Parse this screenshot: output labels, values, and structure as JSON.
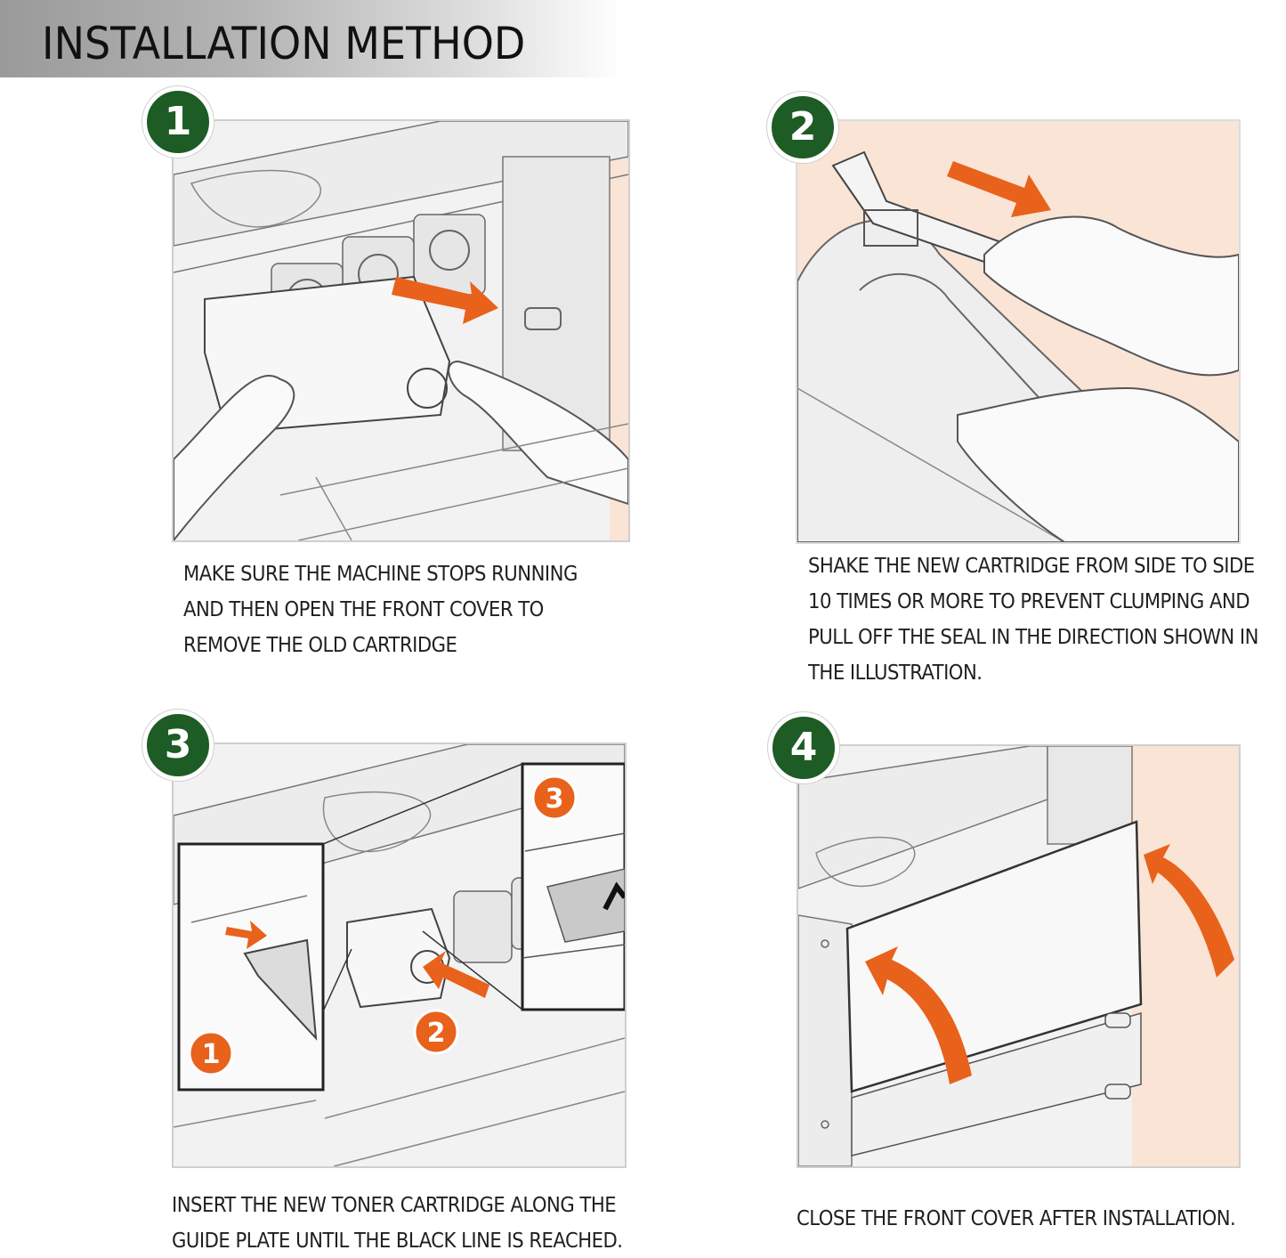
{
  "header": {
    "title": "INSTALLATION METHOD"
  },
  "steps": [
    {
      "number": "1",
      "lines": [
        "MAKE SURE THE MACHINE STOPS RUNNING",
        "AND THEN OPEN THE FRONT COVER TO",
        "REMOVE THE OLD CARTRIDGE"
      ]
    },
    {
      "number": "2",
      "lines": [
        "SHAKE THE NEW CARTRIDGE FROM SIDE TO SIDE",
        "10 TIMES OR MORE TO PREVENT CLUMPING AND",
        "PULL OFF THE SEAL IN THE DIRECTION SHOWN IN",
        "THE ILLUSTRATION."
      ]
    },
    {
      "number": "3",
      "sub_markers": [
        "1",
        "2",
        "3"
      ],
      "lines": [
        "INSERT THE NEW TONER CARTRIDGE ALONG THE",
        "GUIDE PLATE UNTIL THE BLACK LINE IS REACHED."
      ]
    },
    {
      "number": "4",
      "lines": [
        "CLOSE THE FRONT COVER AFTER INSTALLATION."
      ]
    }
  ],
  "colors": {
    "badge": "#1d5c24",
    "arrow": "#e8621c",
    "accent_bg": "#f9e4d6"
  }
}
